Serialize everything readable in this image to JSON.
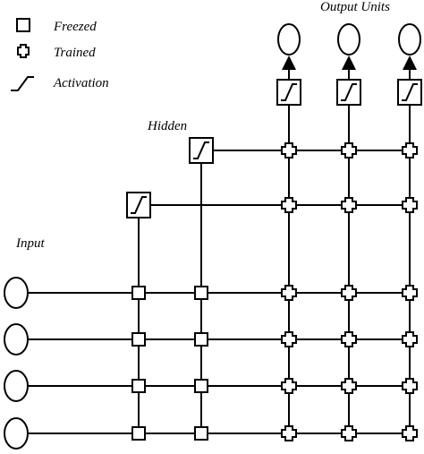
{
  "legend": {
    "items": [
      {
        "icon": "square-icon",
        "label": "Freezed"
      },
      {
        "icon": "octagon-icon",
        "label": "Trained"
      },
      {
        "icon": "activation-icon",
        "label": "Activation"
      }
    ]
  },
  "labels": {
    "output_units": "Output Units",
    "hidden": "Hidden",
    "input": "Input"
  },
  "network": {
    "input_units": 4,
    "hidden_units": 2,
    "output_units": 3
  }
}
